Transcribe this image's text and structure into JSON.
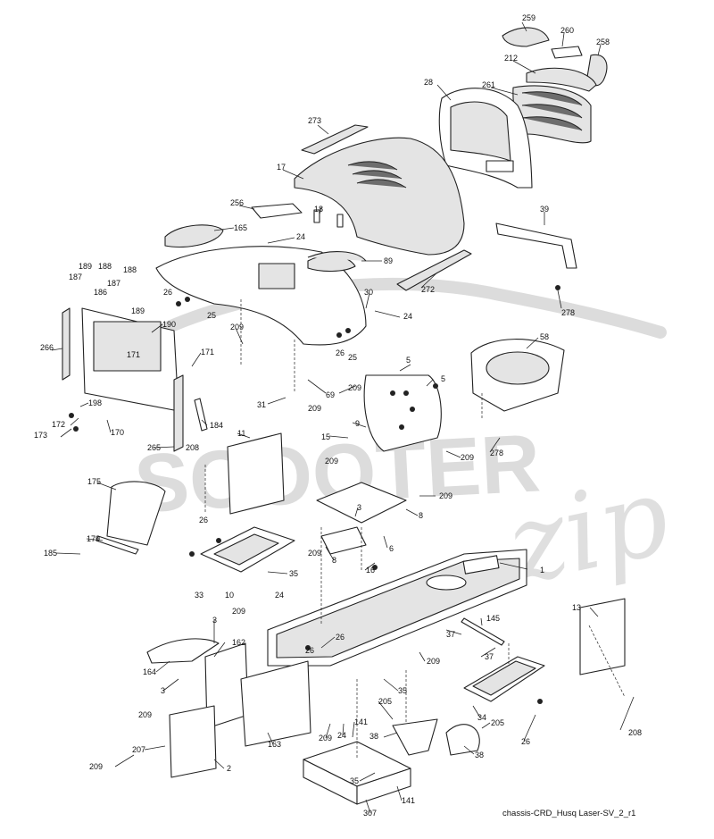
{
  "watermark": {
    "brand": "SCOOTER",
    "script": "zip"
  },
  "footer": {
    "caption": "chassis-CRD_Husq Laser-SV_2_r1"
  },
  "callouts": [
    {
      "id": "c259",
      "text": "259"
    },
    {
      "id": "c260",
      "text": "260"
    },
    {
      "id": "c258",
      "text": "258"
    },
    {
      "id": "c212",
      "text": "212"
    },
    {
      "id": "c28",
      "text": "28"
    },
    {
      "id": "c261",
      "text": "261"
    },
    {
      "id": "c273",
      "text": "273"
    },
    {
      "id": "c17",
      "text": "17"
    },
    {
      "id": "c256",
      "text": "256"
    },
    {
      "id": "c18",
      "text": "18"
    },
    {
      "id": "c165",
      "text": "165"
    },
    {
      "id": "c24a",
      "text": "24"
    },
    {
      "id": "c39",
      "text": "39"
    },
    {
      "id": "c89",
      "text": "89"
    },
    {
      "id": "c272",
      "text": "272"
    },
    {
      "id": "c278a",
      "text": "278"
    },
    {
      "id": "c189a",
      "text": "189"
    },
    {
      "id": "c188a",
      "text": "188"
    },
    {
      "id": "c187a",
      "text": "187"
    },
    {
      "id": "c188b",
      "text": "188"
    },
    {
      "id": "c187b",
      "text": "187"
    },
    {
      "id": "c186",
      "text": "186"
    },
    {
      "id": "c189b",
      "text": "189"
    },
    {
      "id": "c26a",
      "text": "26"
    },
    {
      "id": "c25a",
      "text": "25"
    },
    {
      "id": "c30",
      "text": "30"
    },
    {
      "id": "c24b",
      "text": "24"
    },
    {
      "id": "c190",
      "text": "190"
    },
    {
      "id": "c209a",
      "text": "209"
    },
    {
      "id": "c26b",
      "text": "26"
    },
    {
      "id": "c25b",
      "text": "25"
    },
    {
      "id": "c58",
      "text": "58"
    },
    {
      "id": "c266",
      "text": "266"
    },
    {
      "id": "c171a",
      "text": "171"
    },
    {
      "id": "c171b",
      "text": "171"
    },
    {
      "id": "c5a",
      "text": "5"
    },
    {
      "id": "c5b",
      "text": "5"
    },
    {
      "id": "c69",
      "text": "69"
    },
    {
      "id": "c209b",
      "text": "209"
    },
    {
      "id": "c198",
      "text": "198"
    },
    {
      "id": "c31",
      "text": "31"
    },
    {
      "id": "c209c",
      "text": "209"
    },
    {
      "id": "c172",
      "text": "172"
    },
    {
      "id": "c184",
      "text": "184"
    },
    {
      "id": "c9",
      "text": "9"
    },
    {
      "id": "c173",
      "text": "173"
    },
    {
      "id": "c170",
      "text": "170"
    },
    {
      "id": "c278b",
      "text": "278"
    },
    {
      "id": "c11",
      "text": "11"
    },
    {
      "id": "c15",
      "text": "15"
    },
    {
      "id": "c265",
      "text": "265"
    },
    {
      "id": "c208a",
      "text": "208"
    },
    {
      "id": "c209d",
      "text": "209"
    },
    {
      "id": "c209e",
      "text": "209"
    },
    {
      "id": "c175",
      "text": "175"
    },
    {
      "id": "c209f",
      "text": "209"
    },
    {
      "id": "c3a",
      "text": "3"
    },
    {
      "id": "c8a",
      "text": "8"
    },
    {
      "id": "c26c",
      "text": "26"
    },
    {
      "id": "c209g",
      "text": "209"
    },
    {
      "id": "c179",
      "text": "179"
    },
    {
      "id": "c185",
      "text": "185"
    },
    {
      "id": "c8b",
      "text": "8"
    },
    {
      "id": "c6",
      "text": "6"
    },
    {
      "id": "c35a",
      "text": "35"
    },
    {
      "id": "c16",
      "text": "16"
    },
    {
      "id": "c1",
      "text": "1"
    },
    {
      "id": "c33",
      "text": "33"
    },
    {
      "id": "c10",
      "text": "10"
    },
    {
      "id": "c24c",
      "text": "24"
    },
    {
      "id": "c13",
      "text": "13"
    },
    {
      "id": "c209h",
      "text": "209"
    },
    {
      "id": "c3b",
      "text": "3"
    },
    {
      "id": "c145",
      "text": "145"
    },
    {
      "id": "c162",
      "text": "162"
    },
    {
      "id": "c26d",
      "text": "26"
    },
    {
      "id": "c37a",
      "text": "37"
    },
    {
      "id": "c26e",
      "text": "26"
    },
    {
      "id": "c37b",
      "text": "37"
    },
    {
      "id": "c164",
      "text": "164"
    },
    {
      "id": "c209i",
      "text": "209"
    },
    {
      "id": "c3c",
      "text": "3"
    },
    {
      "id": "c35b",
      "text": "35"
    },
    {
      "id": "c34",
      "text": "34"
    },
    {
      "id": "c205a",
      "text": "205"
    },
    {
      "id": "c205b",
      "text": "205"
    },
    {
      "id": "c209j",
      "text": "209"
    },
    {
      "id": "c141a",
      "text": "141"
    },
    {
      "id": "c38a",
      "text": "38"
    },
    {
      "id": "c26f",
      "text": "26"
    },
    {
      "id": "c208b",
      "text": "208"
    },
    {
      "id": "c207",
      "text": "207"
    },
    {
      "id": "c209k",
      "text": "209"
    },
    {
      "id": "c163",
      "text": "163"
    },
    {
      "id": "c24d",
      "text": "24"
    },
    {
      "id": "c38b",
      "text": "38"
    },
    {
      "id": "c209l",
      "text": "209"
    },
    {
      "id": "c2",
      "text": "2"
    },
    {
      "id": "c35c",
      "text": "35"
    },
    {
      "id": "c307",
      "text": "307"
    },
    {
      "id": "c141b",
      "text": "141"
    }
  ]
}
